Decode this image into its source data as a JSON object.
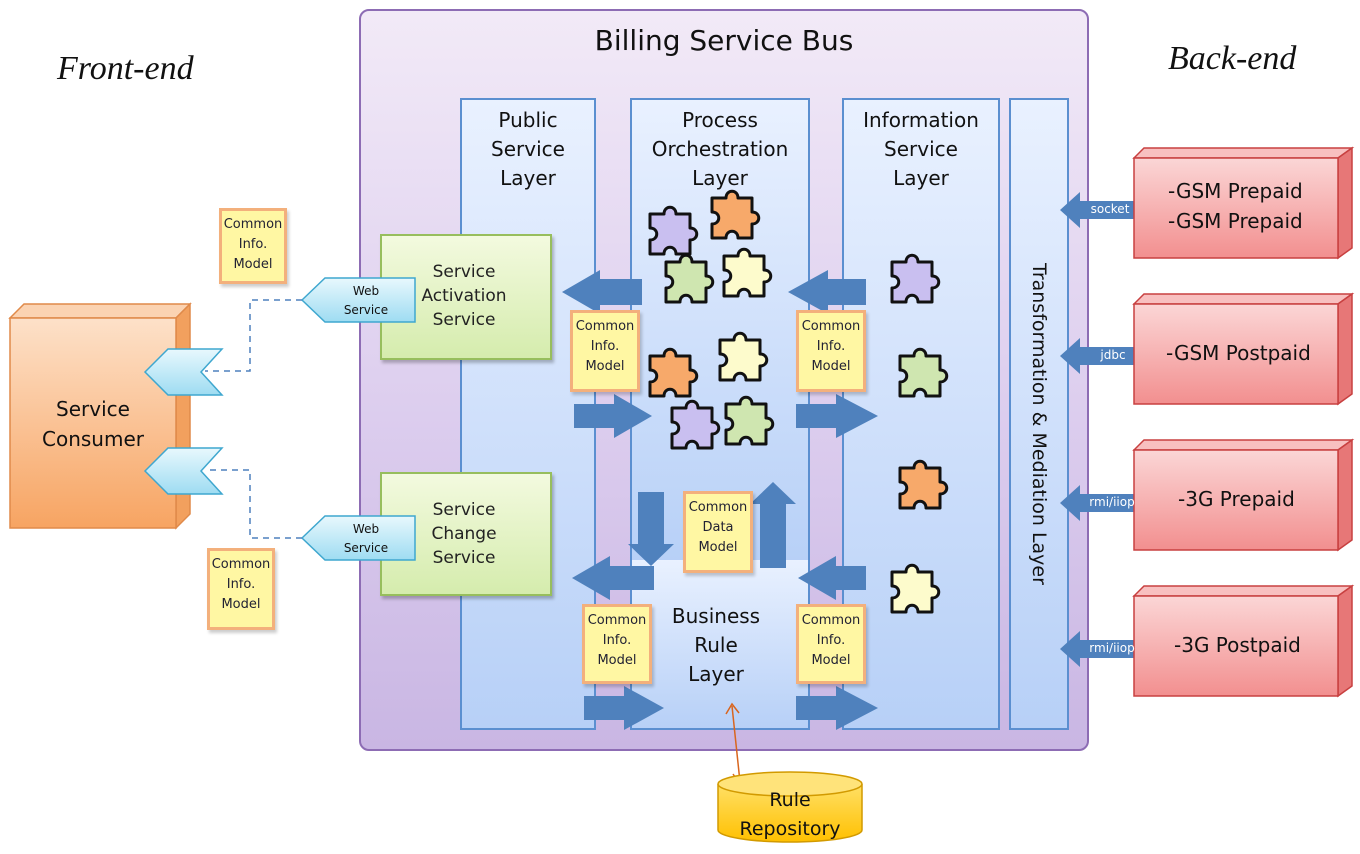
{
  "diagram": {
    "title": "Billing Service Bus",
    "front_end_label": "Front-end",
    "back_end_label": "Back-end",
    "consumer": "Service\nConsumer",
    "layers": {
      "public": "Public\nService\nLayer",
      "process": "Process\nOrchestration\nLayer",
      "information": "Information\nService\nLayer",
      "business": "Business\nRule\nLayer",
      "transformation": "Transformation & Mediation Layer"
    },
    "services": {
      "activation": "Service\nActivation\nService",
      "change": "Service\nChange\nService"
    },
    "web_service_label": "Web\nService",
    "notes": {
      "common_info_model": "Common\nInfo.\nModel",
      "common_data_model": "Common\nData\nModel"
    },
    "repository": "Rule\nRepository",
    "backends": [
      {
        "label": "-GSM Prepaid\n-GSM Prepaid",
        "protocol": "socket"
      },
      {
        "label": "-GSM Postpaid",
        "protocol": "jdbc"
      },
      {
        "label": "-3G Prepaid",
        "protocol": "rmi/iiop"
      },
      {
        "label": "-3G Postpaid",
        "protocol": "rmi/iiop"
      }
    ],
    "colors": {
      "bus_border": "#8d6cb4",
      "layer_border": "#5b8fd0",
      "arrow_blue": "#4f81bd",
      "service_green": "#d5ecad",
      "consumer_orange": "#f9b37a",
      "backend_red": "#f5a3a3",
      "note_yellow": "#fff7a3",
      "repository_gold": "#ffc000"
    }
  }
}
